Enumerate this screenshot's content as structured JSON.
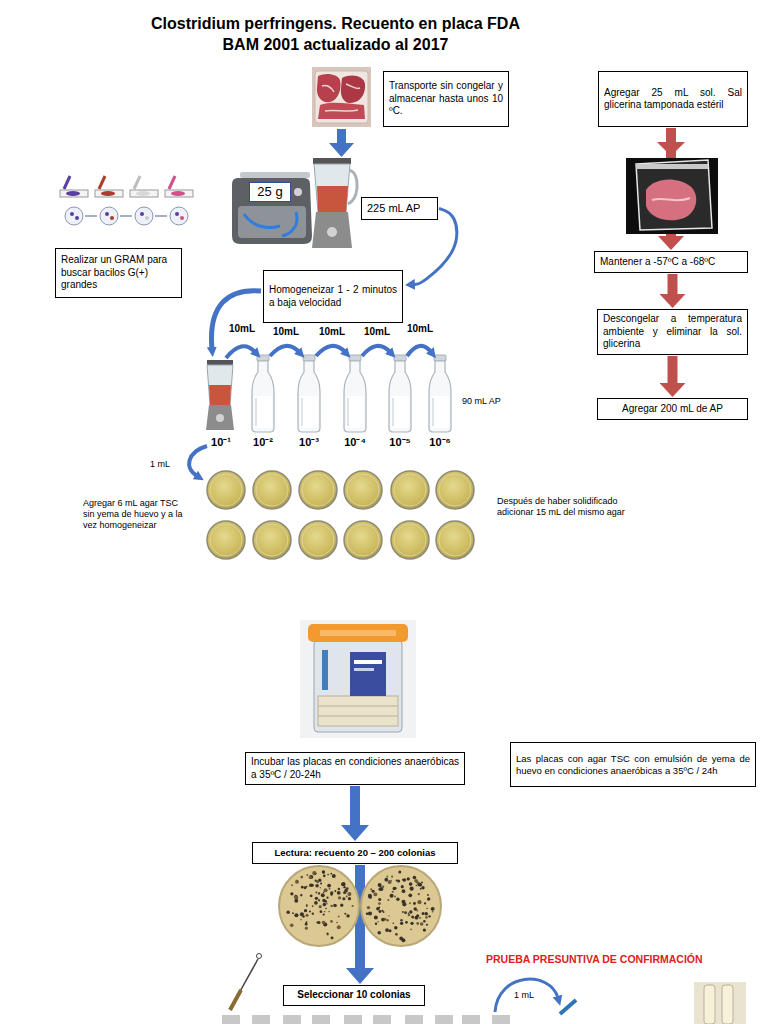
{
  "diagram": {
    "title": "Clostridium perfringens. Recuento en placa FDA BAM 2001 actualizado al 2017",
    "nodes": [
      {
        "text": [
          "Transporte sin congelar y almacenar hasta unos 10 ºC."
        ]
      },
      {
        "text": [
          "Agregar 25 mL sol. Sal glicerina tamponada estéril"
        ]
      },
      {
        "text": [
          "25 g"
        ]
      },
      {
        "text": [
          "225 mL AP"
        ]
      },
      {
        "text": [
          "Realizar un GRAM para buscar bacilos G(+) grandes"
        ]
      },
      {
        "text": [
          "Mantener a -57ºC a -68ºC"
        ]
      },
      {
        "text": [
          "Homogeneizar 1 - 2 minutos a baja velocidad"
        ]
      },
      {
        "text": [
          "Descongelar a temperatura ambiente y eliminar la sol. glicerina"
        ]
      },
      {
        "text": [
          "Agregar 200 mL de AP"
        ]
      },
      {
        "text": [
          "Incubar las placas en condiciones anaeróbicas a 35ºC / 20-24h"
        ]
      },
      {
        "text": [
          "Las placas con agar TSC con emulsión de yema de huevo en condiciones anaeróbicas a 35ºC / 24h"
        ]
      },
      {
        "text": [
          "Lectura: recuento 20 – 200 colonias"
        ]
      },
      {
        "text": [
          "Seleccionar 10 colonias"
        ]
      }
    ],
    "edges": [
      {
        "from": 1,
        "to": 5,
        "arrow": "to"
      },
      {
        "from": 5,
        "to": 7,
        "arrow": "to"
      },
      {
        "from": 7,
        "to": 8,
        "arrow": "to"
      },
      {
        "from": 3,
        "to": 6,
        "arrow": "to"
      },
      {
        "from": 9,
        "to": 11,
        "arrow": "to"
      },
      {
        "from": 11,
        "to": 12,
        "arrow": "to"
      }
    ],
    "labels": [
      "10mL",
      "10mL",
      "10mL",
      "10mL",
      "10mL",
      "90 mL AP",
      "10⁻¹",
      "10⁻²",
      "10⁻³",
      "10⁻⁴",
      "10⁻⁵",
      "10⁻⁶",
      "1 mL",
      "Agregar 6 mL agar TSC sin yema de huevo y a la vez homogeneizar",
      "Después de haber solidificado adicionar 15 mL del mismo agar",
      "PRUEBA PRESUNTIVA DE CONFIRMACIÓN",
      "1 mL"
    ]
  }
}
